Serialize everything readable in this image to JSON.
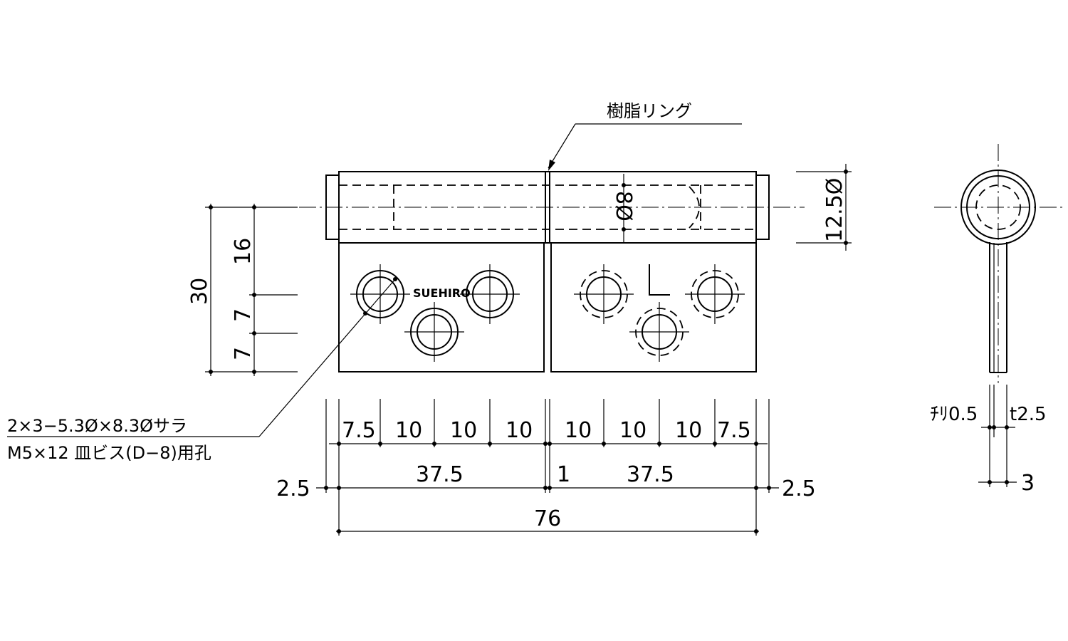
{
  "callouts": {
    "resin_ring": "樹脂リング",
    "hole_spec_line1": "2×3−5.3Ø×8.3Øサラ",
    "hole_spec_line2": "M5×12 皿ビス(D−8)用孔"
  },
  "logo": "SUEHIRO",
  "hand_mark": "L",
  "dimensions": {
    "height_total": "30",
    "height_16": "16",
    "height_7a": "7",
    "height_7b": "7",
    "pin_dia": "8Ø",
    "knuckle_dia": "12.5Ø",
    "pitch": [
      "7.5",
      "10",
      "10",
      "10",
      "10",
      "10",
      "10",
      "7.5"
    ],
    "leaf_left": "37.5",
    "leaf_right": "37.5",
    "gap": "1",
    "offset_left": "2.5",
    "offset_right": "2.5",
    "overall": "76",
    "clearance": "ﾁﾘ0.5",
    "thickness": "t2.5",
    "side_width": "3"
  }
}
